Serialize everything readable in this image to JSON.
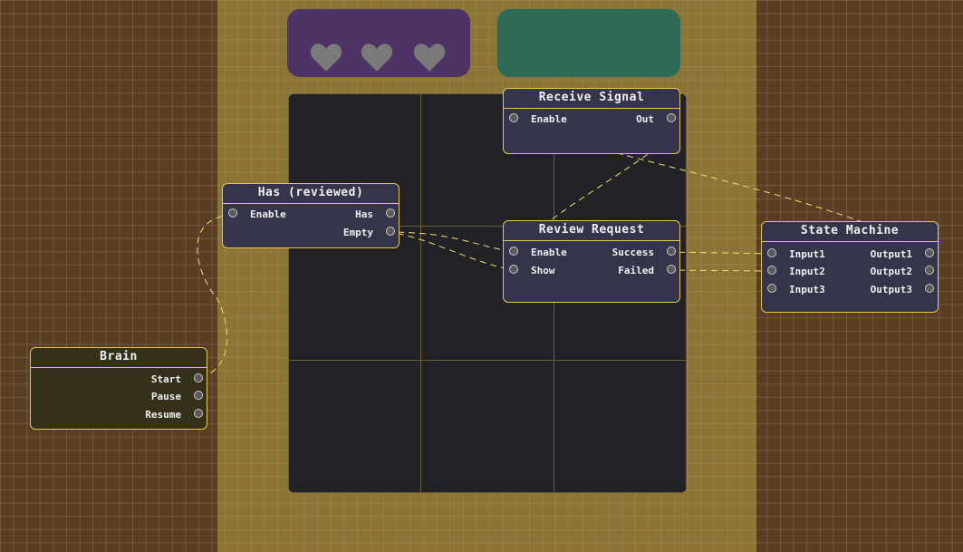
{
  "hearts": {
    "count": 3,
    "color": "#7a7a7a"
  },
  "nodes": {
    "receive_signal": {
      "title": "Receive Signal",
      "in1": "Enable",
      "out1": "Out"
    },
    "has_reviewed": {
      "title": "Has (reviewed)",
      "in1": "Enable",
      "out1": "Has",
      "out2": "Empty"
    },
    "review_request": {
      "title": "Review Request",
      "in1": "Enable",
      "in2": "Show",
      "out1": "Success",
      "out2": "Failed"
    },
    "state_machine": {
      "title": "State Machine",
      "in1": "Input1",
      "in2": "Input2",
      "in3": "Input3",
      "out1": "Output1",
      "out2": "Output2",
      "out3": "Output3"
    },
    "brain": {
      "title": "Brain",
      "out1": "Start",
      "out2": "Pause",
      "out3": "Resume"
    }
  },
  "colors": {
    "accent": "#e8c84a",
    "node_bg": "#34344a",
    "background": "#5a3e24"
  }
}
